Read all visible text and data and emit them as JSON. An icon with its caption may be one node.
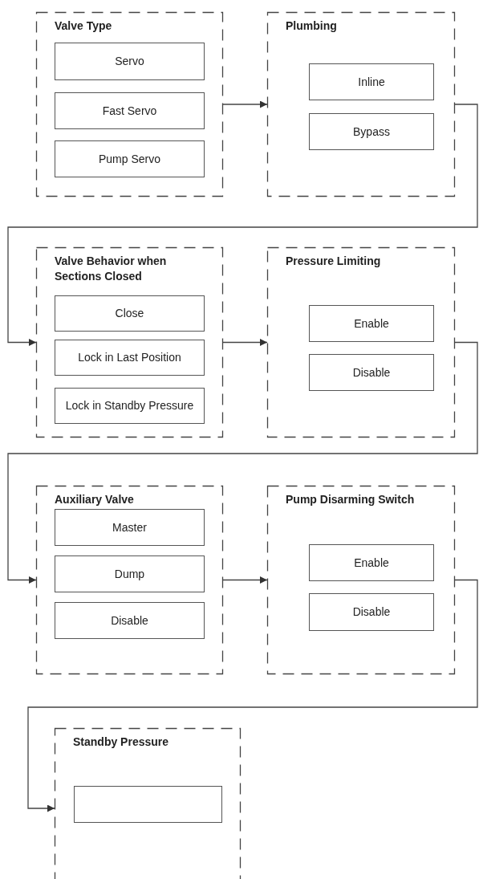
{
  "diagram": {
    "nodes": [
      {
        "text": [
          "Valve Type"
        ]
      },
      {
        "text": [
          "Servo"
        ],
        "in": 0
      },
      {
        "text": [
          "Fast Servo"
        ],
        "in": 0
      },
      {
        "text": [
          "Pump Servo"
        ],
        "in": 0
      },
      {
        "text": [
          "Plumbing"
        ]
      },
      {
        "text": [
          "Inline"
        ],
        "in": 4
      },
      {
        "text": [
          "Bypass"
        ],
        "in": 4
      },
      {
        "text": [
          "Valve Behavior when Sections Closed"
        ]
      },
      {
        "text": [
          "Close"
        ],
        "in": 7
      },
      {
        "text": [
          "Lock in Last Position"
        ],
        "in": 7
      },
      {
        "text": [
          "Lock in Standby Pressure"
        ],
        "in": 7
      },
      {
        "text": [
          "Pressure Limiting"
        ]
      },
      {
        "text": [
          "Enable"
        ],
        "in": 11
      },
      {
        "text": [
          "Disable"
        ],
        "in": 11
      },
      {
        "text": [
          "Auxiliary Valve"
        ]
      },
      {
        "text": [
          "Master"
        ],
        "in": 14
      },
      {
        "text": [
          "Dump"
        ],
        "in": 14
      },
      {
        "text": [
          "Disable"
        ],
        "in": 14
      },
      {
        "text": [
          "Pump Disarming Switch"
        ]
      },
      {
        "text": [
          "Enable"
        ],
        "in": 18
      },
      {
        "text": [
          "Disable"
        ],
        "in": 18
      },
      {
        "text": [
          "Standby Pressure"
        ]
      },
      {
        "text": [],
        "shape": "box",
        "in": 21
      }
    ],
    "edges": [
      {
        "from": 0,
        "to": 4,
        "arrow": "to"
      },
      {
        "from": 4,
        "to": 7,
        "arrow": "to"
      },
      {
        "from": 7,
        "to": 11,
        "arrow": "to"
      },
      {
        "from": 11,
        "to": 14,
        "arrow": "to"
      },
      {
        "from": 14,
        "to": 18,
        "arrow": "to"
      },
      {
        "from": 18,
        "to": 21,
        "arrow": "to"
      }
    ]
  }
}
